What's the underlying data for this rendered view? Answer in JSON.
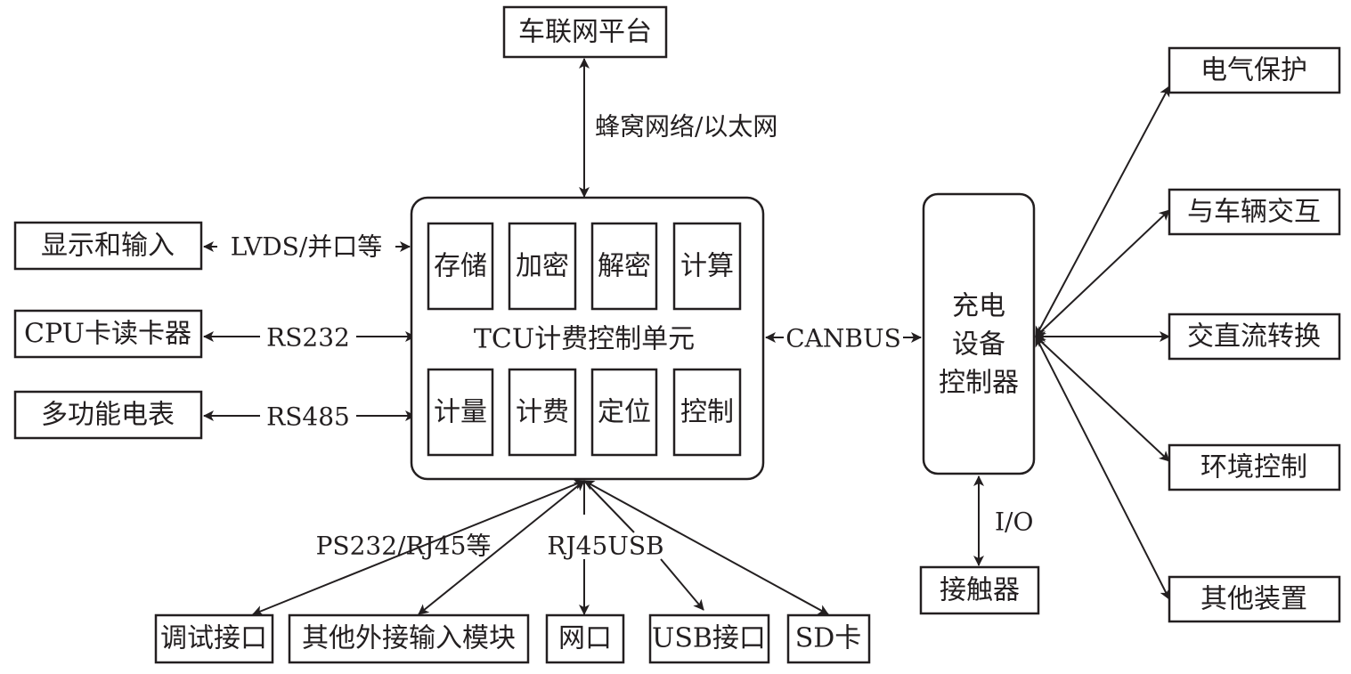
{
  "nodes": {
    "platform": "车联网平台",
    "display": "显示和输入",
    "cpu_reader": "CPU卡读卡器",
    "meter": "多功能电表",
    "tcu": {
      "title": "TCU计费控制单元",
      "modules_top": [
        "存储",
        "加密",
        "解密",
        "计算"
      ],
      "modules_bottom": [
        "计量",
        "计费",
        "定位",
        "控制"
      ]
    },
    "charger_ctrl": [
      "充电",
      "设备",
      "控制器"
    ],
    "contactor": "接触器",
    "right": [
      "电气保护",
      "与车辆交互",
      "交直流转换",
      "环境控制",
      "其他装置"
    ],
    "bottom": [
      "调试接口",
      "其他外接输入模块",
      "网口",
      "USB接口",
      "SD卡"
    ]
  },
  "edges": {
    "cellular": "蜂窝网络/以太网",
    "lvds": "LVDS/并口等",
    "rs232": "RS232",
    "rs485": "RS485",
    "canbus": "CANBUS",
    "io": "I/O",
    "ps232": "PS232/RJ45等",
    "rj45usb": "RJ45USB"
  }
}
